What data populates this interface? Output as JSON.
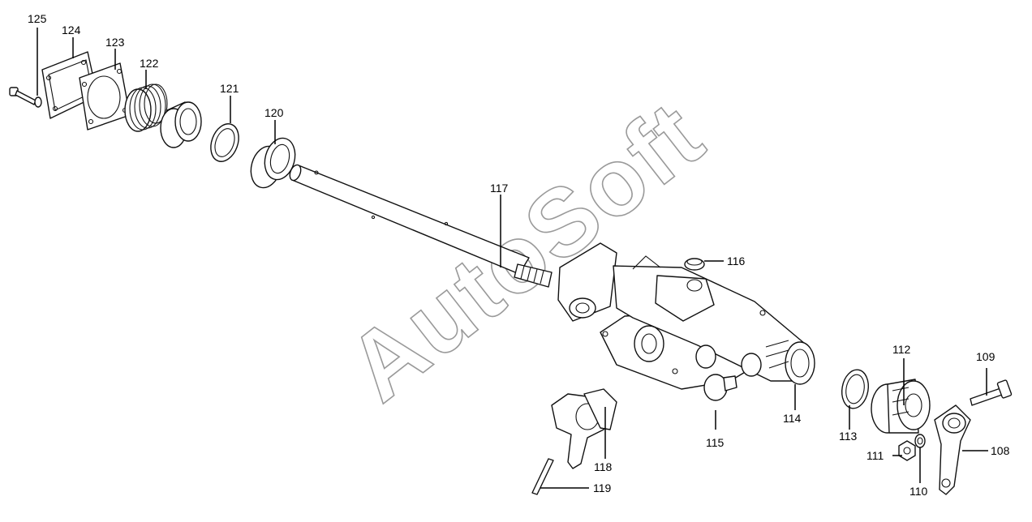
{
  "watermark": "AutoSoft",
  "callouts": [
    {
      "id": "125",
      "text": "125"
    },
    {
      "id": "124",
      "text": "124"
    },
    {
      "id": "123",
      "text": "123"
    },
    {
      "id": "122",
      "text": "122"
    },
    {
      "id": "121",
      "text": "121"
    },
    {
      "id": "120",
      "text": "120"
    },
    {
      "id": "117",
      "text": "117"
    },
    {
      "id": "116",
      "text": "116"
    },
    {
      "id": "115",
      "text": "115"
    },
    {
      "id": "114",
      "text": "114"
    },
    {
      "id": "113",
      "text": "113"
    },
    {
      "id": "112",
      "text": "112"
    },
    {
      "id": "111",
      "text": "111"
    },
    {
      "id": "110",
      "text": "110"
    },
    {
      "id": "109",
      "text": "109"
    },
    {
      "id": "108",
      "text": "108"
    },
    {
      "id": "118",
      "text": "118"
    },
    {
      "id": "119",
      "text": "119"
    }
  ]
}
